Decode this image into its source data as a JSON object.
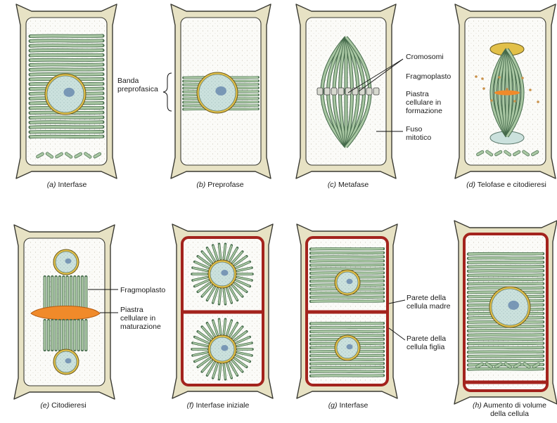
{
  "colors": {
    "wall": "#e7e2c4",
    "wall_edge": "#3a3a32",
    "cytoplasm": "#fbfbf8",
    "microtubule": "#a9c7a3",
    "microtubule_edge": "#456a4b",
    "nucleus": "#cbe1dd",
    "nucleolus": "#5e7fa8",
    "nuclear_envelope": "#e2c048",
    "cell_plate": "#f08a2a",
    "new_wall": "#a3231d"
  },
  "panels": [
    {
      "letter": "(a)",
      "caption": "Interfase"
    },
    {
      "letter": "(b)",
      "caption": "Preprofase"
    },
    {
      "letter": "(c)",
      "caption": "Metafase"
    },
    {
      "letter": "(d)",
      "caption": "Telofase e citodieresi"
    },
    {
      "letter": "(e)",
      "caption": "Citodieresi"
    },
    {
      "letter": "(f)",
      "caption": "Interfase iniziale"
    },
    {
      "letter": "(g)",
      "caption": "Interfase"
    },
    {
      "letter": "(h)",
      "caption": "Aumento di volume\ndella cellula"
    }
  ],
  "labels": {
    "banda_preprofasica": "Banda\npreprofasica",
    "cromosomi": "Cromosomi",
    "fragmoplasto_top": "Fragmoplasto",
    "piastra_formazione": "Piastra\ncellulare in\nformazione",
    "fuso_mitotico": "Fuso\nmitotico",
    "fragmoplasto_bottom": "Fragmoplasto",
    "piastra_maturazione": "Piastra\ncellulare in\nmaturazione",
    "parete_madre": "Parete della\ncellula madre",
    "parete_figlia": "Parete della\ncellula figlia"
  }
}
